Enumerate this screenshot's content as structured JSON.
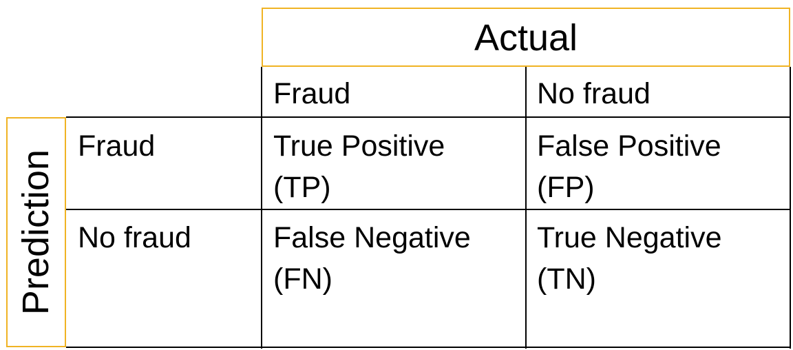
{
  "header": {
    "actual": "Actual",
    "prediction": "Prediction"
  },
  "columns": [
    "Fraud",
    "No fraud"
  ],
  "rows": [
    {
      "label": "Fraud",
      "cells": [
        "True Positive\n(TP)",
        "False Positive\n(FP)"
      ]
    },
    {
      "label": "No fraud",
      "cells": [
        "False Negative\n(FN)",
        "True Negative\n(TN)"
      ]
    }
  ],
  "colors": {
    "header_border": "#f0b323",
    "grid_line": "#000000",
    "text": "#000000"
  }
}
